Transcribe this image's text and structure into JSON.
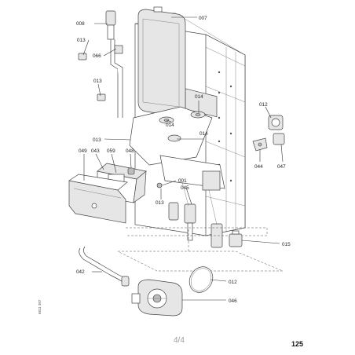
{
  "labels": {
    "l008": "008",
    "l007": "007",
    "l013a": "013",
    "l066": "066",
    "l013b": "013",
    "l014a": "014",
    "l014b": "014",
    "l014c": "014",
    "l012a": "012",
    "l044": "044",
    "l047": "047",
    "l013c": "013",
    "l049": "049",
    "l043": "043",
    "l059": "059",
    "l048": "048",
    "l001": "001",
    "l045": "045",
    "l013d": "013",
    "l015": "015",
    "l042": "042",
    "l012b": "012",
    "l046": "046"
  },
  "footer": {
    "page_indicator": "4/4",
    "page_number": "125",
    "side_code": "6811 387"
  }
}
